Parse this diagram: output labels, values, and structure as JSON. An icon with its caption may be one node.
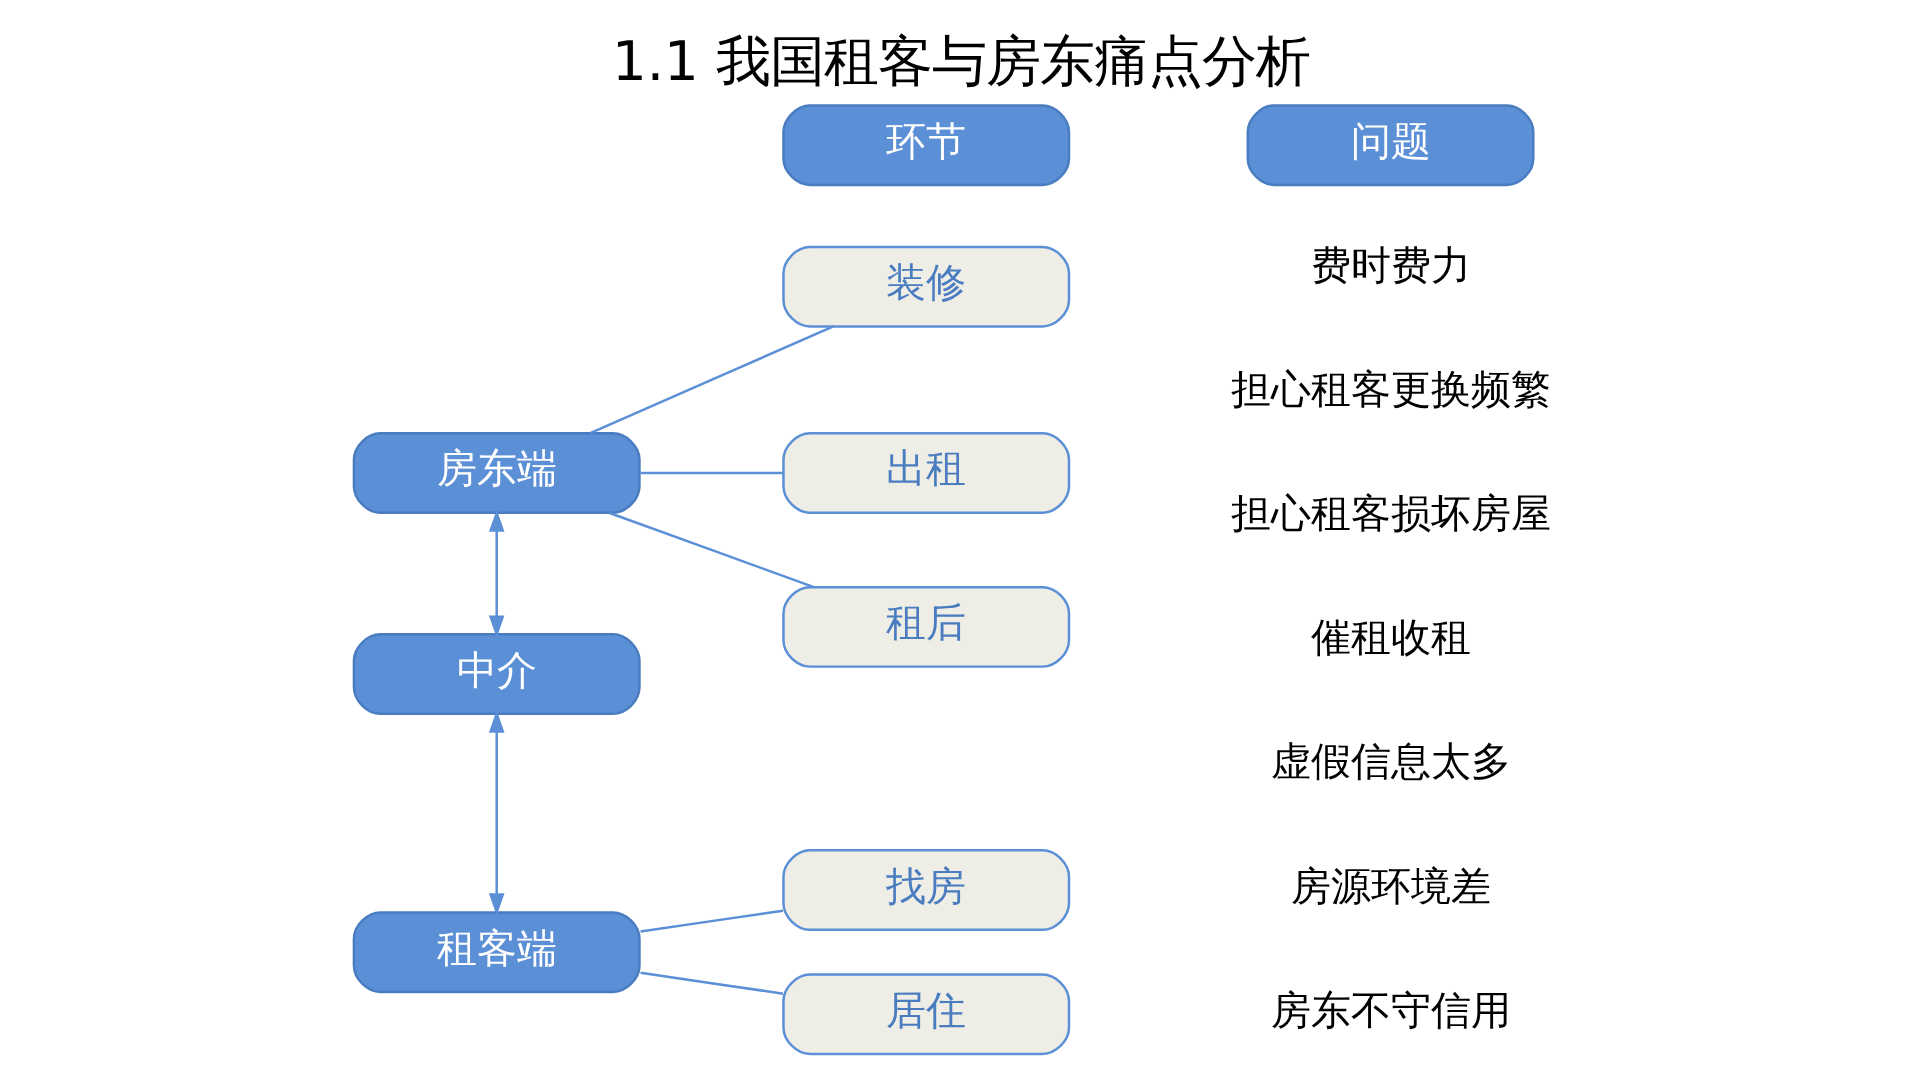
{
  "diagram": {
    "title": "1.1 我国租客与房东痛点分析",
    "nodes": [
      {
        "text": [
          "房东端"
        ]
      },
      {
        "text": [
          "中介"
        ]
      },
      {
        "text": [
          "租客端"
        ]
      },
      {
        "text": [
          "环节"
        ]
      },
      {
        "text": [
          "问题"
        ]
      },
      {
        "text": [
          "装修"
        ]
      },
      {
        "text": [
          "出租"
        ]
      },
      {
        "text": [
          "租后"
        ]
      },
      {
        "text": [
          "找房"
        ]
      },
      {
        "text": [
          "居住"
        ]
      }
    ],
    "edges": [
      {
        "from": 0,
        "to": 1,
        "arrow": "both"
      },
      {
        "from": 1,
        "to": 2,
        "arrow": "both"
      },
      {
        "from": 0,
        "to": 5,
        "arrow": "none"
      },
      {
        "from": 0,
        "to": 6,
        "arrow": "none"
      },
      {
        "from": 0,
        "to": 7,
        "arrow": "none"
      },
      {
        "from": 2,
        "to": 8,
        "arrow": "none"
      },
      {
        "from": 2,
        "to": 9,
        "arrow": "none"
      }
    ],
    "labels": [
      "费时费力",
      "担心租客更换频繁",
      "催租收租",
      "担心租客损坏房屋",
      "虚假信息太多",
      "房源环境差",
      "房东不守信用"
    ]
  }
}
